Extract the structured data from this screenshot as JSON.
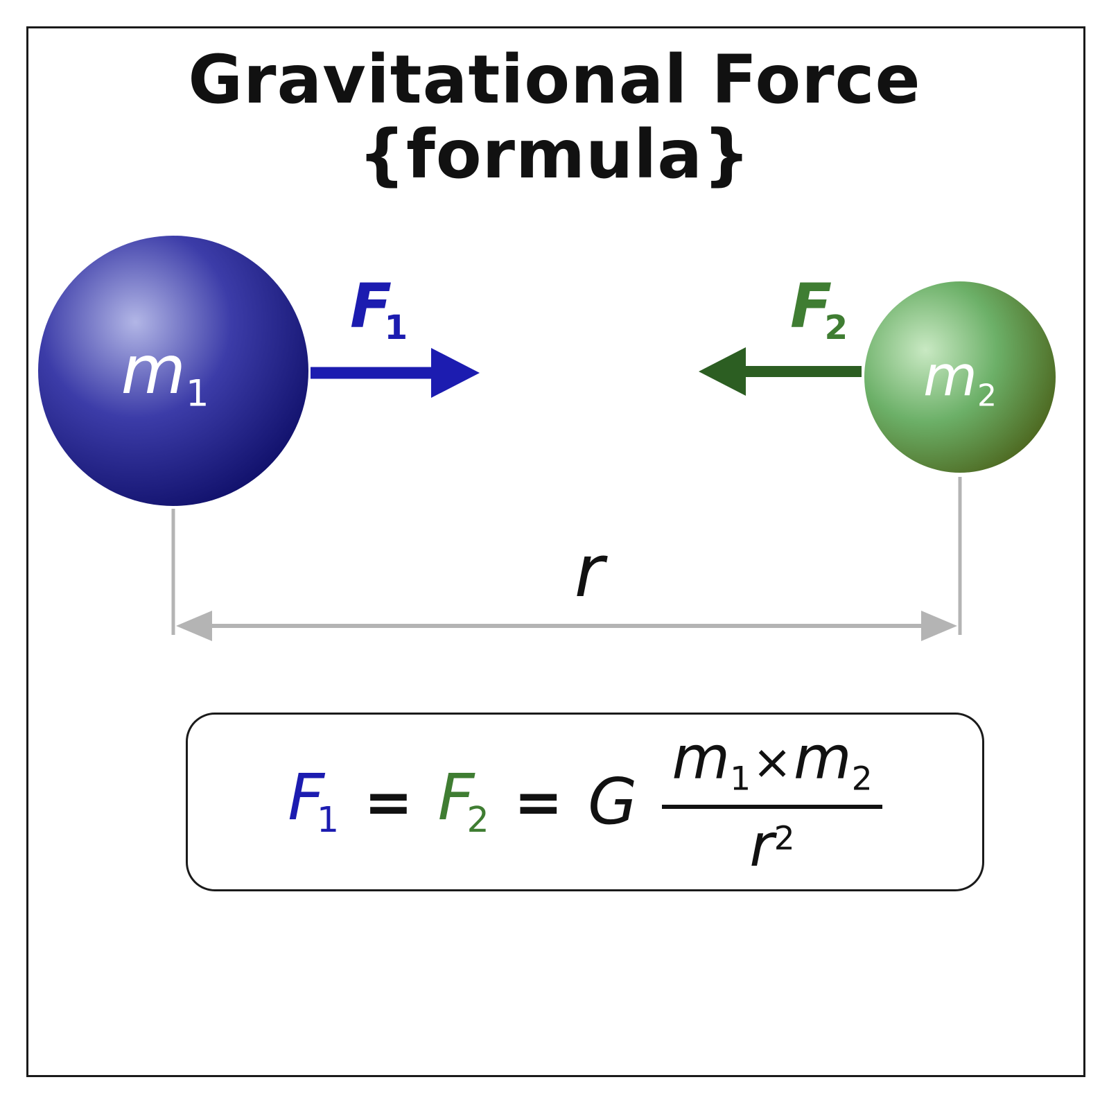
{
  "title": {
    "line1": "Gravitational Force",
    "line2": "{formula}"
  },
  "diagram": {
    "mass1": {
      "symbol": "m",
      "subscript": "1"
    },
    "mass2": {
      "symbol": "m",
      "subscript": "2"
    },
    "force1": {
      "symbol": "F",
      "subscript": "1"
    },
    "force2": {
      "symbol": "F",
      "subscript": "2"
    },
    "distance": {
      "symbol": "r"
    }
  },
  "formula": {
    "lhs1": {
      "symbol": "F",
      "subscript": "1"
    },
    "equals1": "=",
    "lhs2": {
      "symbol": "F",
      "subscript": "2"
    },
    "equals2": "=",
    "constant": "G",
    "numerator": {
      "m1": "m",
      "m1sub": "1",
      "times": "×",
      "m2": "m",
      "m2sub": "2"
    },
    "denominator": {
      "base": "r",
      "exponent": "2"
    }
  },
  "colors": {
    "sphere1_hi": "#b2b6e6",
    "sphere1_mid": "#3c3ca8",
    "sphere1_edge": "#0a0a62",
    "sphere2_hi": "#c9e9c3",
    "sphere2_mid": "#6cb068",
    "sphere2_edge": "#46570f",
    "arrow1": "#1c1cb0",
    "arrow2": "#2c5e22",
    "force1": "#1c1cb0",
    "force2": "#3f7d32",
    "gray": "#b4b4b4"
  }
}
